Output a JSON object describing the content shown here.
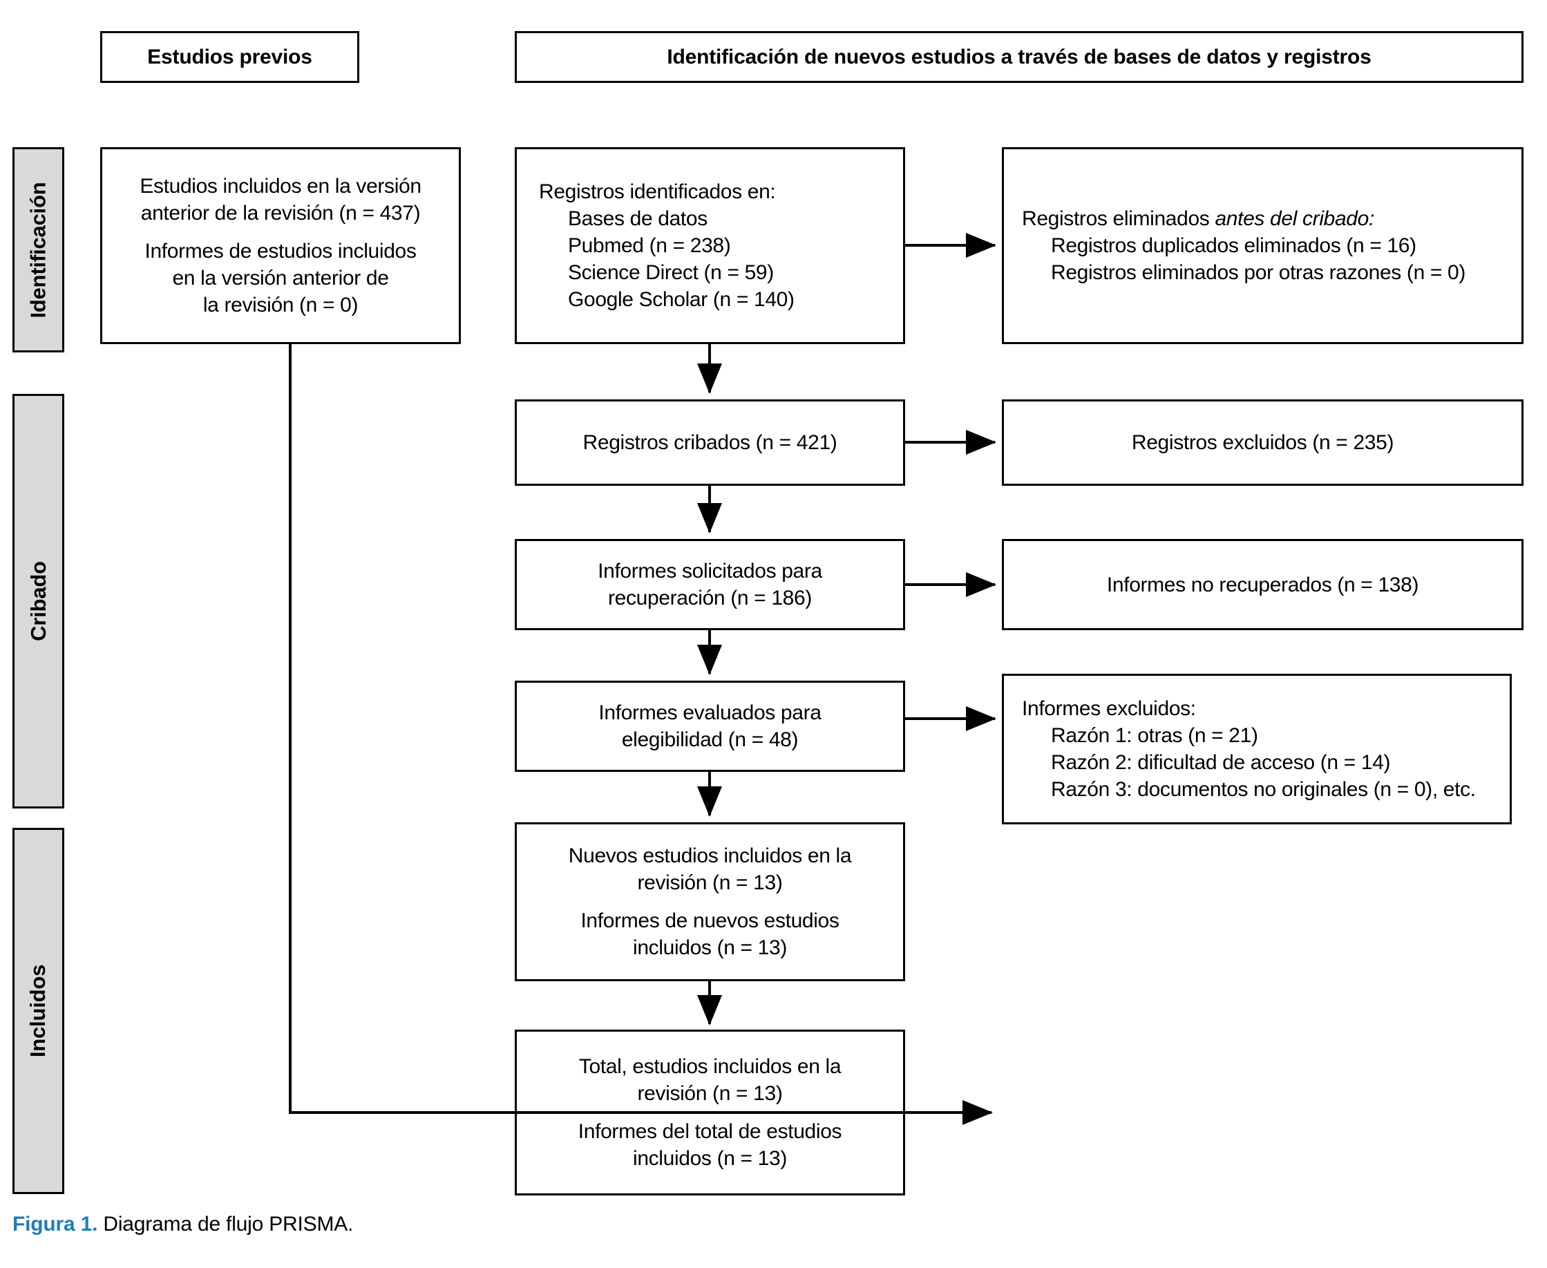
{
  "figure": {
    "number_label": "Figura 1.",
    "caption_text": " Diagrama de flujo PRISMA.",
    "accent_color": "#1f7eb5"
  },
  "headers": {
    "previous_studies": "Estudios previos",
    "new_identification": "Identificación de nuevos estudios a través de bases de datos y registros"
  },
  "stages": [
    {
      "label": "Identificación"
    },
    {
      "label": "Cribado"
    },
    {
      "label": "Incluidos"
    }
  ],
  "boxes": {
    "previous_included": {
      "line1": "Estudios incluidos en la versión",
      "line2": "anterior de la revisión (n = 437)",
      "line3": "Informes de estudios incluidos",
      "line4": "en la versión anterior de",
      "line5": "la revisión (n = 0)"
    },
    "records_identified": {
      "heading": "Registros identificados en:",
      "item1": "Bases de datos",
      "item2": "Pubmed (n = 238)",
      "item3": "Science Direct (n = 59)",
      "item4": "Google Scholar (n = 140)"
    },
    "records_removed": {
      "heading_plain": "Registros eliminados ",
      "heading_italic": "antes del cribado:",
      "item1": "Registros duplicados eliminados (n = 16)",
      "item2": "Registros eliminados por otras razones (n = 0)"
    },
    "records_screened": {
      "line1": "Registros cribados (n = 421)"
    },
    "records_excluded": {
      "line1": "Registros excluidos (n = 235)"
    },
    "reports_sought": {
      "line1": "Informes solicitados para",
      "line2": "recuperación (n = 186)"
    },
    "reports_not_retrieved": {
      "line1": "Informes no recuperados (n = 138)"
    },
    "reports_assessed": {
      "line1": "Informes evaluados para",
      "line2": "elegibilidad (n = 48)"
    },
    "reports_excluded": {
      "heading": "Informes excluidos:",
      "item1": "Razón 1: otras (n = 21)",
      "item2": "Razón 2: dificultad de acceso (n = 14)",
      "item3": "Razón 3: documentos no originales (n = 0), etc."
    },
    "new_studies_included": {
      "line1": "Nuevos estudios incluidos en la",
      "line2": "revisión (n = 13)",
      "line3": "Informes de nuevos estudios",
      "line4": "incluidos (n = 13)"
    },
    "total_included": {
      "line1": "Total, estudios incluidos en la",
      "line2": "revisión (n = 13)",
      "line3": "Informes del total de estudios",
      "line4": "incluidos (n = 13)"
    }
  }
}
